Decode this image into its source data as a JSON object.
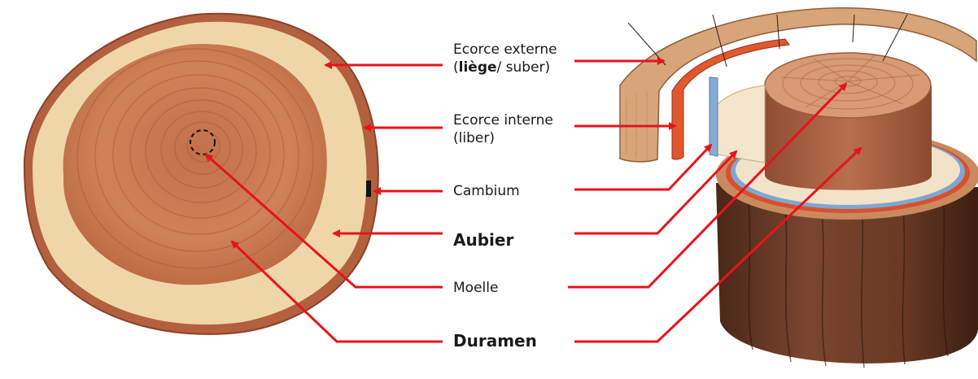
{
  "labels": {
    "ecorce_externe": {
      "line1": "Ecorce externe",
      "line2_bold": "liège",
      "line2_rest": "/ suber"
    },
    "ecorce_interne": {
      "line1": "Ecorce interne",
      "line2": "(liber)"
    },
    "cambium": "Cambium",
    "aubier": "Aubier",
    "moelle": "Moelle",
    "duramen": "Duramen"
  },
  "colors": {
    "arrow": "#e8131b",
    "heartwood": "#c97a52",
    "heartwood_dark": "#a9553a",
    "sapwood": "#f0d9ae",
    "bark": "#b05a3c",
    "stump_brown": "#6b3b26"
  }
}
